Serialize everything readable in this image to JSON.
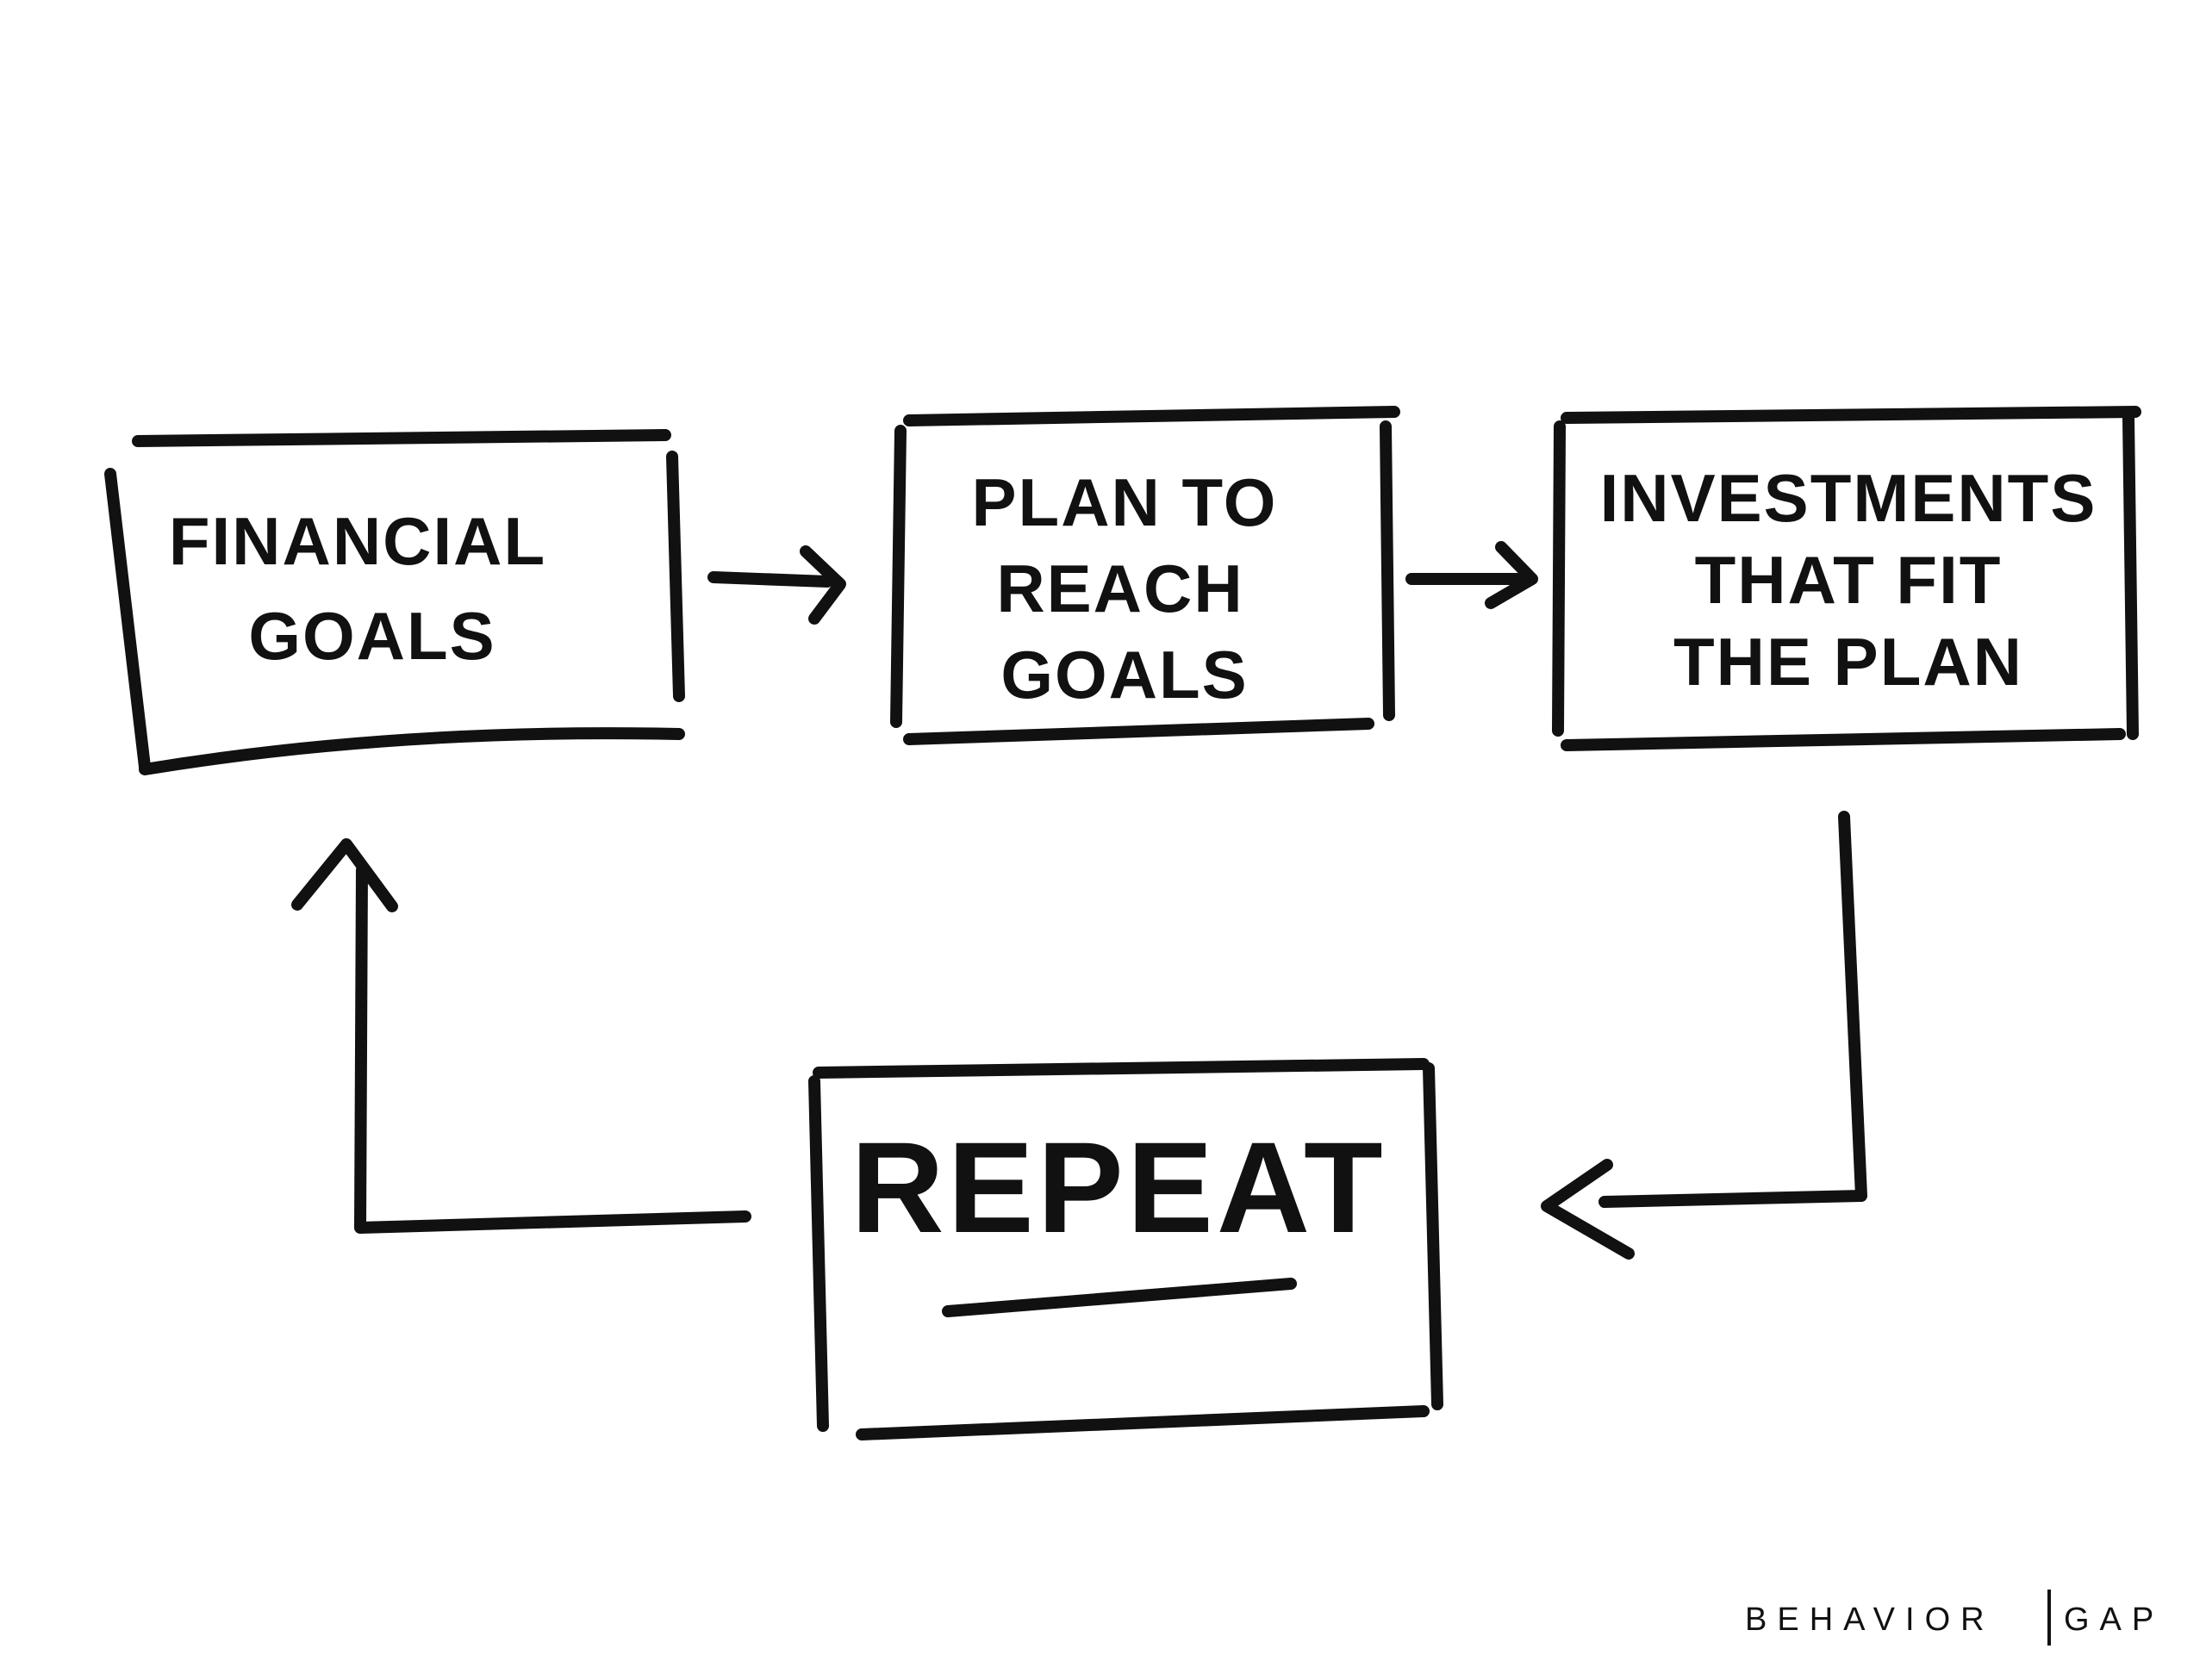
{
  "boxes": {
    "financial_goals": {
      "line1": "FINANCIAL",
      "line2": "GOALS"
    },
    "plan": {
      "line1": "PLAN TO",
      "line2": "REACH",
      "line3": "GOALS"
    },
    "investments": {
      "line1": "INVESTMENTS",
      "line2": "THAT  FIT",
      "line3": "THE PLAN"
    },
    "repeat": {
      "label": "REPEAT"
    }
  },
  "branding": {
    "left": "BEHAVIOR",
    "right": "GAP"
  },
  "colors": {
    "ink": "#111111",
    "background": "#ffffff"
  }
}
